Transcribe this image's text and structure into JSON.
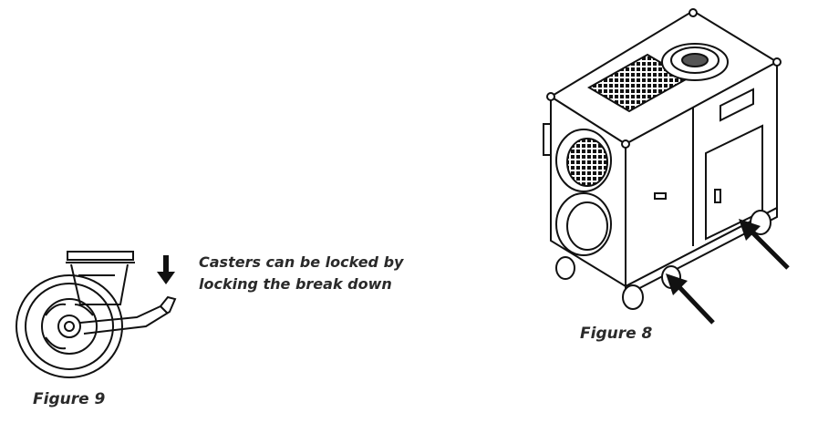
{
  "figure9": {
    "caption": "Figure 9",
    "note_line1": "Casters can be locked by",
    "note_line2": "locking the break down"
  },
  "figure8": {
    "caption": "Figure 8"
  }
}
